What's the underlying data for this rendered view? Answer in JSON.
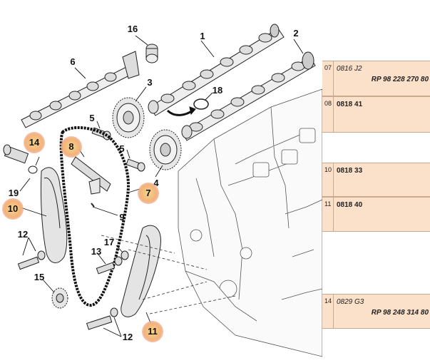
{
  "callouts": {
    "c1": "1",
    "c2": "2",
    "c3": "3",
    "c4": "4",
    "c5a": "5",
    "c5b": "5",
    "c6": "6",
    "c7": "7",
    "c8": "8",
    "c9": "9",
    "c10": "10",
    "c11": "11",
    "c12a": "12",
    "c12b": "12",
    "c13": "13",
    "c14": "14",
    "c15": "15",
    "c16": "16",
    "c17": "17",
    "c18": "18",
    "c19": "19"
  },
  "parts": [
    {
      "ref": "07",
      "code": "0816 J2",
      "part_number": "RP 98 228 270 80"
    },
    {
      "ref": "08",
      "code": "0818 41",
      "part_number": ""
    },
    {
      "ref": "10",
      "code": "0818 33",
      "part_number": ""
    },
    {
      "ref": "11",
      "code": "0818 40",
      "part_number": ""
    },
    {
      "ref": "14",
      "code": "0829 G3",
      "part_number": "RP 98 248 314 80"
    }
  ],
  "colors": {
    "table_fill": "#fbe0ca",
    "highlight": "#f2b27a",
    "line": "#1a1a1a"
  }
}
